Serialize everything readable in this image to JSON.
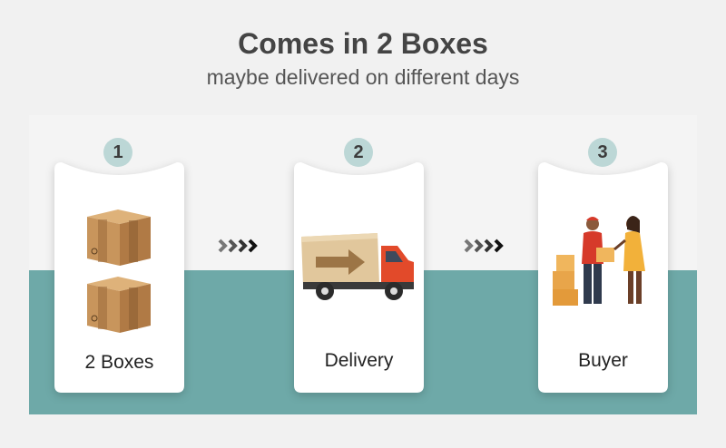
{
  "header": {
    "title": "Comes in 2 Boxes",
    "subtitle": "maybe delivered on different days"
  },
  "steps": [
    {
      "number": "1",
      "label": "2 Boxes",
      "icon": "cardboard-boxes-icon"
    },
    {
      "number": "2",
      "label": "Delivery",
      "icon": "delivery-truck-icon"
    },
    {
      "number": "3",
      "label": "Buyer",
      "icon": "handover-people-icon"
    }
  ],
  "colors": {
    "background": "#f1f1f1",
    "teal_band": "#6ea9a8",
    "badge": "#bcd7d6",
    "box": "#c8955c",
    "truck_red": "#e24a2a"
  }
}
